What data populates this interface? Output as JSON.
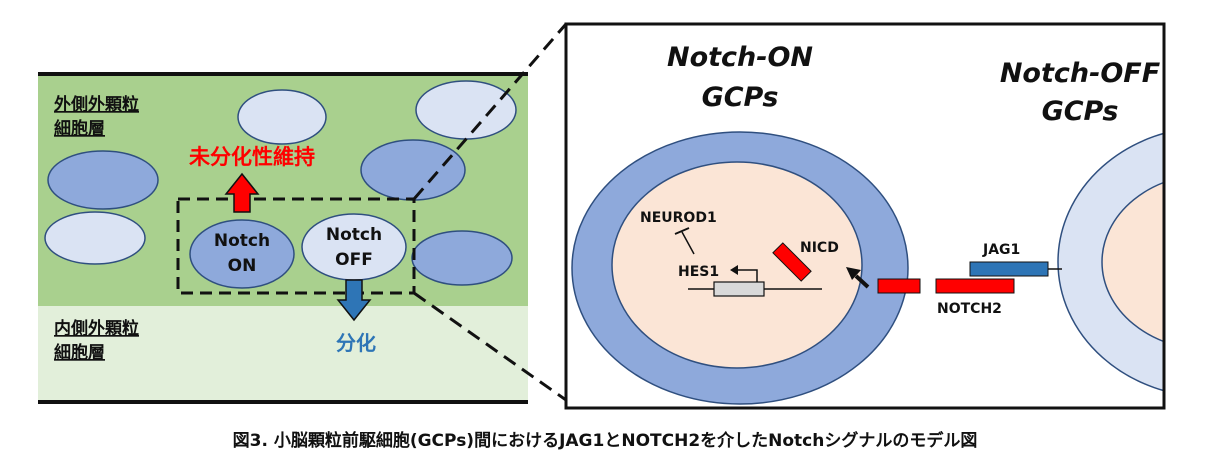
{
  "colors": {
    "outer_layer": "#a9d08e",
    "inner_layer": "#e2efda",
    "cell_dark": "#8ea9db",
    "cell_light": "#dae3f3",
    "nucleus": "#fbe5d6",
    "red": "#ff0000",
    "blue": "#2e75b6",
    "jag_blue": "#2e75b6"
  },
  "left_panel": {
    "outer_layer_label": [
      "外側外顆粒",
      "細胞層"
    ],
    "inner_layer_label": [
      "内側外顆粒",
      "細胞層"
    ],
    "maintain_label": "未分化性維持",
    "differentiate_label": "分化",
    "notch_on_label": [
      "Notch",
      "ON"
    ],
    "notch_off_label": [
      "Notch",
      "OFF"
    ]
  },
  "right_panel": {
    "notch_on_title": [
      "Notch-ON",
      "GCPs"
    ],
    "notch_off_title": [
      "Notch-OFF",
      "GCPs"
    ],
    "neurod1": "NEUROD1",
    "hes1": "HES1",
    "nicd": "NICD",
    "jag1": "JAG1",
    "notch2": "NOTCH2"
  },
  "caption": "図3. 小脳顆粒前駆細胞(GCPs)間におけるJAG1とNOTCH2を介したNotchシグナルのモデル図"
}
